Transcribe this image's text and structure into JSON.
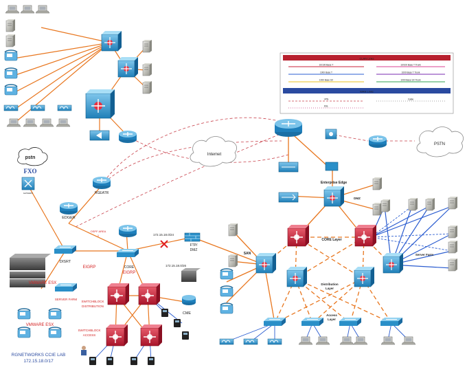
{
  "colors": {
    "cisco_blue": "#2a8fc8",
    "core_red": "#c8203a",
    "link_orange": "#e8761e",
    "link_blue": "#2a5cd0",
    "text_red": "#d32020",
    "text_blue": "#2a4aa0"
  },
  "labels": {
    "pstn_left": "pstn",
    "fxo": "FXO",
    "gateway": "GATEWAY",
    "edger": "EDGER",
    "rgeatr": "RGEATR",
    "internet": "Internet",
    "pstn_right": "PSTN",
    "ospf_area": "OSPF AREA",
    "ospf_area_num": "1",
    "disrt": "DISRT",
    "eigrp_left": "EIGRP",
    "core": "CORE",
    "eigrp_core": "EIGRP",
    "vmware_1": "VMWARE ESX",
    "server_farm_left": "SERVER FARM",
    "vmware_2": "VMWARE ESX",
    "switchblock_dist_1": "SWITCHBLOCK",
    "switchblock_dist_2": "DISTRIBUTION",
    "switchblock_acc_1": "SWITCHBLOCK",
    "switchblock_acc_2": "ACCESS",
    "ftp": "FTP/",
    "dmz_left": "DMZ",
    "net_dmz": "172.15.18.0/26",
    "net_a": "172.15.18.0/24",
    "cme": "CME",
    "lab_title": "RGNETWORKS CCIE LAB",
    "lab_net": "172.15.18.0/17",
    "enterprise_edge": "Enterprise Edge",
    "dmz_right": "DMZ",
    "core_layer": "CORE Layer",
    "san": "SAN",
    "distribution_1": "Distribution",
    "distribution_2": "Layer",
    "access_1": "Access",
    "access_2": "Layer",
    "server_farm_right": "Server Farm"
  },
  "legend": {
    "title": "CLAN Links",
    "rows": [
      {
        "left": "10/100 Base T",
        "right": "10/100 Base T Trunk"
      },
      {
        "left": "1000 Base T",
        "right": "1000 Base T Trunk"
      },
      {
        "left": "1000 Base SX",
        "right": "1000 Base SX Trunk"
      }
    ],
    "title2": "WAN Links",
    "rows2": [
      {
        "left": "VPN",
        "right": "Cable"
      },
      {
        "left": "DSL",
        "right": ""
      }
    ]
  }
}
